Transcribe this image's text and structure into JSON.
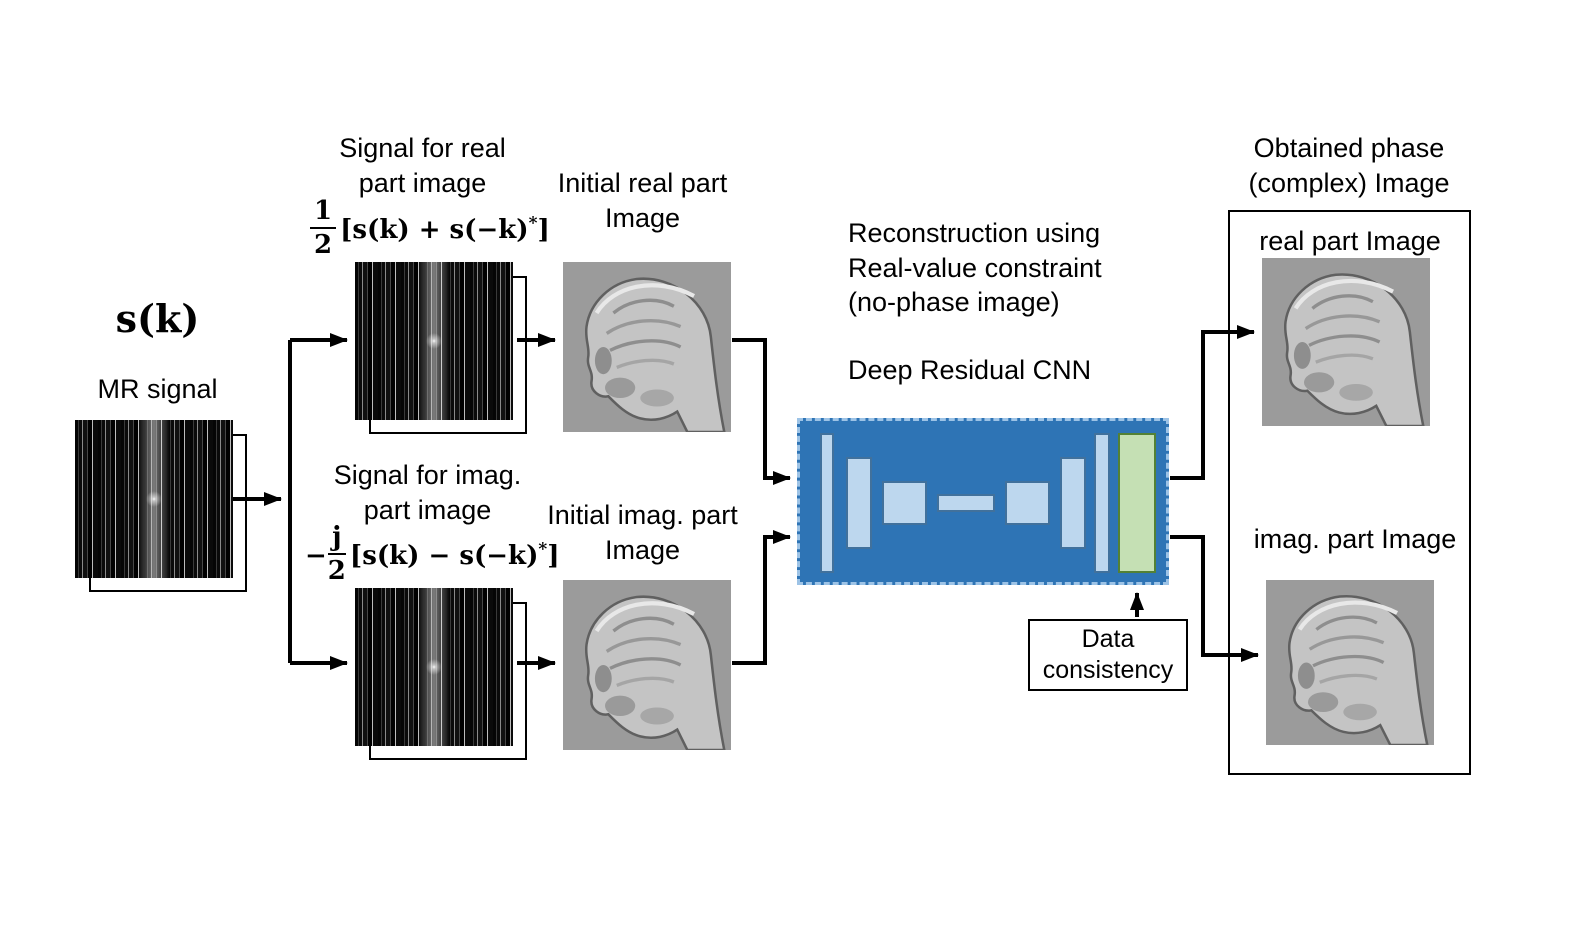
{
  "source": {
    "sk_label": "s(k)",
    "mr_signal_label": "MR signal"
  },
  "real_branch": {
    "label": [
      "Signal for real",
      "part image"
    ],
    "formula": {
      "num": "1",
      "den": "2",
      "body": "[s(k) + s(−k)",
      "sup": "*",
      "close": "]"
    },
    "initial_label": [
      "Initial real part",
      "Image"
    ]
  },
  "imag_branch": {
    "label": [
      "Signal for imag.",
      "part image"
    ],
    "formula": {
      "prefix": "−",
      "num": "j",
      "den": "2",
      "body": "[s(k) − s(−k)",
      "sup": "*",
      "close": "]"
    },
    "initial_label": [
      "Initial imag. part",
      "Image"
    ]
  },
  "cnn": {
    "recon_text": [
      "Reconstruction using",
      "Real-value constraint",
      "(no-phase image)"
    ],
    "title": "Deep Residual CNN",
    "data_consistency": [
      "Data",
      "consistency"
    ]
  },
  "output": {
    "title": [
      "Obtained phase",
      "(complex) Image"
    ],
    "real_label": "real part Image",
    "imag_label": "imag. part Image"
  },
  "colors": {
    "cnn_box_fill": "#2E74B5",
    "cnn_box_dash": "#9DC3E6",
    "layer_fill": "#BDD7EE",
    "layer_border": "#41719C",
    "data_consistency_layer_fill": "#C5E0B4",
    "data_consistency_layer_border": "#538135",
    "arrow": "#000000"
  }
}
